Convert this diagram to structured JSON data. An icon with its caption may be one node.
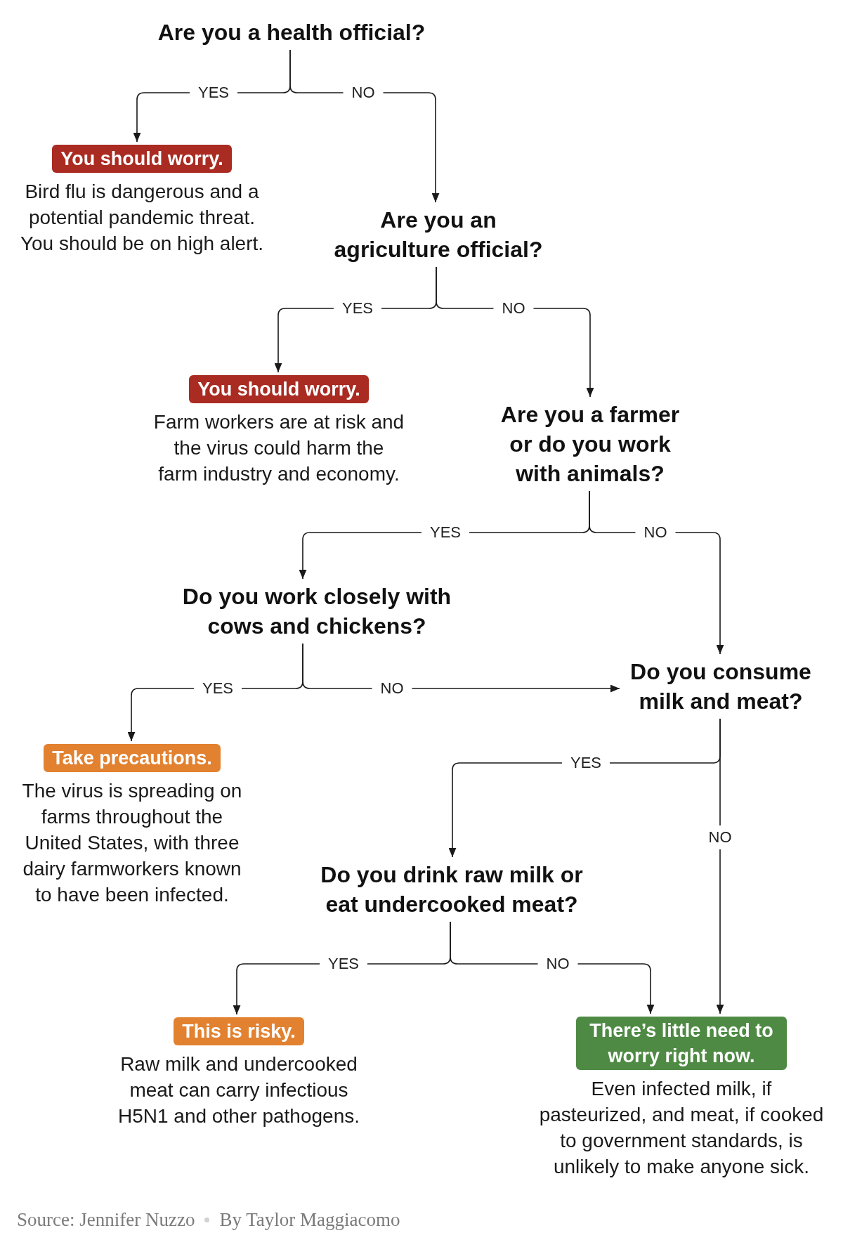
{
  "diagram": {
    "nodes": [
      {
        "text": [
          "Are you a health official?"
        ]
      },
      {
        "text": [
          "You should worry."
        ],
        "beside": [
          "Bird flu is dangerous and a potential pandemic threat. You should be on high alert."
        ]
      },
      {
        "text": [
          "Are you an agriculture official?"
        ]
      },
      {
        "text": [
          "You should worry."
        ],
        "beside": [
          "Farm workers are at risk and the virus could harm the farm industry and economy."
        ]
      },
      {
        "text": [
          "Are you a farmer or do you work with animals?"
        ]
      },
      {
        "text": [
          "Do you work closely with cows and chickens?"
        ]
      },
      {
        "text": [
          "Do you consume milk and meat?"
        ]
      },
      {
        "text": [
          "Take precautions."
        ],
        "beside": [
          "The virus is spreading on farms throughout the United States, with three dairy farmworkers known to have been infected."
        ]
      },
      {
        "text": [
          "Do you drink raw milk or eat undercooked meat?"
        ]
      },
      {
        "text": [
          "This is risky."
        ],
        "beside": [
          "Raw milk and undercooked meat can carry infectious H5N1 and other pathogens."
        ]
      },
      {
        "text": [
          "There’s little need to worry right now."
        ],
        "beside": [
          "Even infected milk, if pasteurized, and meat, if cooked to government standards, is unlikely to make anyone sick."
        ]
      }
    ],
    "edges": [
      {
        "from": 0,
        "to": 1,
        "arrow": "to",
        "label": "YES"
      },
      {
        "from": 0,
        "to": 2,
        "arrow": "to",
        "label": "NO"
      },
      {
        "from": 2,
        "to": 3,
        "arrow": "to",
        "label": "YES"
      },
      {
        "from": 2,
        "to": 4,
        "arrow": "to",
        "label": "NO"
      },
      {
        "from": 4,
        "to": 5,
        "arrow": "to",
        "label": "YES"
      },
      {
        "from": 4,
        "to": 6,
        "arrow": "to",
        "label": "NO"
      },
      {
        "from": 5,
        "to": 7,
        "arrow": "to",
        "label": "YES"
      },
      {
        "from": 5,
        "to": 6,
        "arrow": "to",
        "label": "NO"
      },
      {
        "from": 6,
        "to": 8,
        "arrow": "to",
        "label": "YES"
      },
      {
        "from": 6,
        "to": 10,
        "arrow": "to",
        "label": "NO"
      },
      {
        "from": 8,
        "to": 9,
        "arrow": "to",
        "label": "YES"
      },
      {
        "from": 8,
        "to": 10,
        "arrow": "to",
        "label": "NO"
      }
    ],
    "labels": [
      "Source: Jennifer Nuzzo",
      "By Taylor Maggiacomo"
    ]
  }
}
